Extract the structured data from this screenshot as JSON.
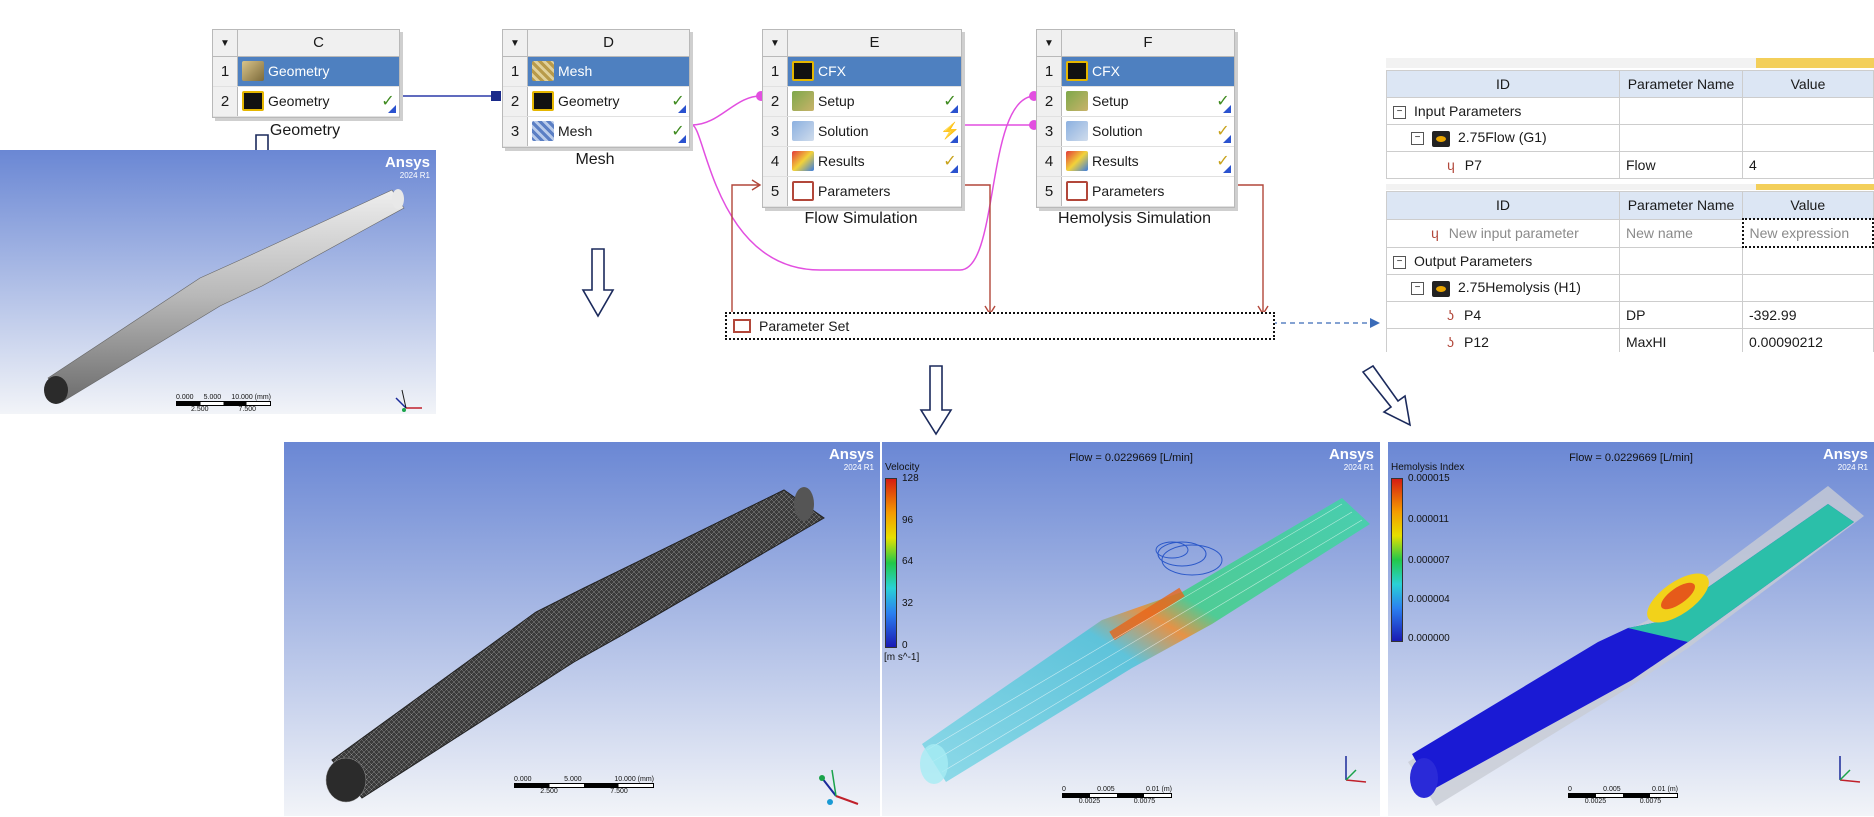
{
  "systems": [
    {
      "column": "C",
      "caption": "Geometry",
      "rows": [
        {
          "num": "1",
          "label": "Geometry",
          "status": ""
        },
        {
          "num": "2",
          "label": "Geometry",
          "status": "✓"
        }
      ]
    },
    {
      "column": "D",
      "caption": "Mesh",
      "rows": [
        {
          "num": "1",
          "label": "Mesh",
          "status": ""
        },
        {
          "num": "2",
          "label": "Geometry",
          "status": "✓"
        },
        {
          "num": "3",
          "label": "Mesh",
          "status": "✓"
        }
      ]
    },
    {
      "column": "E",
      "caption": "Flow Simulation",
      "rows": [
        {
          "num": "1",
          "label": "CFX",
          "status": ""
        },
        {
          "num": "2",
          "label": "Setup",
          "status": "✓"
        },
        {
          "num": "3",
          "label": "Solution",
          "status": "⚡"
        },
        {
          "num": "4",
          "label": "Results",
          "status": "✓"
        },
        {
          "num": "5",
          "label": "Parameters",
          "status": ""
        }
      ]
    },
    {
      "column": "F",
      "caption": "Hemolysis Simulation",
      "rows": [
        {
          "num": "1",
          "label": "CFX",
          "status": ""
        },
        {
          "num": "2",
          "label": "Setup",
          "status": "✓"
        },
        {
          "num": "3",
          "label": "Solution",
          "status": "✓"
        },
        {
          "num": "4",
          "label": "Results",
          "status": "✓"
        },
        {
          "num": "5",
          "label": "Parameters",
          "status": ""
        }
      ]
    }
  ],
  "parameter_set": {
    "label": "Parameter Set"
  },
  "input_table": {
    "headers": [
      "ID",
      "Parameter Name",
      "Value"
    ],
    "group_label": "Input Parameters",
    "system_label": "2.75Flow (G1)",
    "param": {
      "id": "P7",
      "name": "Flow",
      "value": "4"
    }
  },
  "output_table": {
    "headers": [
      "ID",
      "Parameter Name",
      "Value"
    ],
    "new_row": {
      "id": "New input parameter",
      "name": "New name",
      "value": "New expression"
    },
    "group_label": "Output Parameters",
    "system_label": "2.75Hemolysis (H1)",
    "params": [
      {
        "id": "P4",
        "name": "DP",
        "value": "-392.99"
      },
      {
        "id": "P12",
        "name": "MaxHI",
        "value": "0.00090212"
      }
    ]
  },
  "viewports": {
    "brand": "Ansys",
    "version": "2024 R1",
    "geometry": {
      "scale_top": [
        "0.000",
        "5.000",
        "10.000 (mm)"
      ],
      "scale_bottom": [
        "2.500",
        "7.500"
      ]
    },
    "mesh": {
      "scale_top": [
        "0.000",
        "5.000",
        "10.000 (mm)"
      ],
      "scale_bottom": [
        "2.500",
        "7.500"
      ]
    },
    "velocity": {
      "title": "Flow = 0.0229669 [L/min]",
      "legend_title": "Velocity",
      "legend_ticks": [
        "128",
        "96",
        "64",
        "32",
        "0"
      ],
      "legend_unit": "[m s^-1]",
      "scale_top": [
        "0",
        "0.005",
        "0.01  (m)"
      ],
      "scale_bottom": [
        "0.0025",
        "0.0075"
      ]
    },
    "hemolysis": {
      "title": "Flow = 0.0229669 [L/min]",
      "legend_title": "Hemolysis Index",
      "legend_ticks": [
        "0.000015",
        "0.000011",
        "0.000007",
        "0.000004",
        "0.000000"
      ],
      "scale_top": [
        "0",
        "0.005",
        "0.01  (m)"
      ],
      "scale_bottom": [
        "0.0025",
        "0.0075"
      ]
    }
  },
  "colors": {
    "selected_row": "#4e80c0",
    "link_blue": "#2b3aa8",
    "link_magenta": "#e24fe0",
    "link_red": "#b2473a",
    "check_green": "#3e8a1e"
  }
}
